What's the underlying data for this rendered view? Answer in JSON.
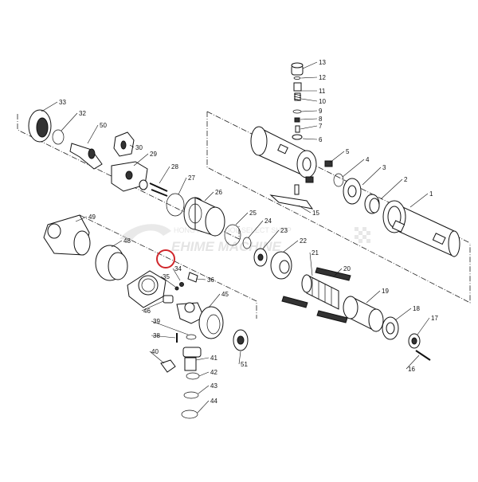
{
  "diagram": {
    "type": "exploded-parts-view",
    "highlight_color": "#d0262b",
    "watermark": {
      "line1": "HONG KONG TOOL SELECT SHOP",
      "line2": "EHIME MACHINE"
    },
    "highlighted_part": "47",
    "parts": [
      "1",
      "2",
      "3",
      "4",
      "5",
      "6",
      "7",
      "8",
      "9",
      "10",
      "11",
      "12",
      "13",
      "15",
      "16",
      "17",
      "18",
      "19",
      "20",
      "21",
      "22",
      "23",
      "24",
      "25",
      "26",
      "27",
      "28",
      "29",
      "30",
      "32",
      "33",
      "34",
      "35",
      "36",
      "38",
      "39",
      "40",
      "41",
      "42",
      "43",
      "44",
      "45",
      "46",
      "48",
      "49",
      "50",
      "51"
    ]
  }
}
